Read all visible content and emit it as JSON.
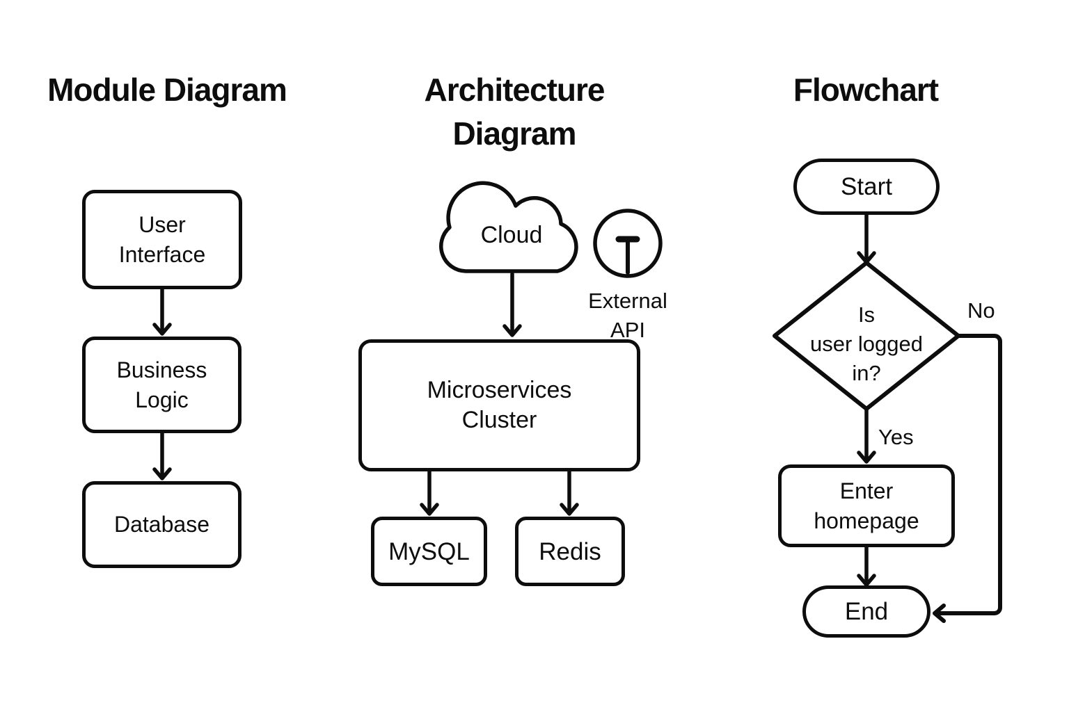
{
  "colors": {
    "stroke": "#0d0d0d",
    "background": "#ffffff",
    "text": "#0d0d0d"
  },
  "diagrams": {
    "module": {
      "title": "Module Diagram",
      "nodes": {
        "user_interface": {
          "line1": "User",
          "line2": "Interface"
        },
        "business_logic": {
          "line1": "Business",
          "line2": "Logic"
        },
        "database": {
          "label": "Database"
        }
      }
    },
    "architecture": {
      "title_line1": "Architecture",
      "title_line2": "Diagram",
      "nodes": {
        "cloud": {
          "icon": "cloud-icon",
          "label": "Cloud"
        },
        "external_api": {
          "icon": "external-api-icon",
          "line1": "External",
          "line2": "API"
        },
        "microservices_cluster": {
          "line1": "Microservices",
          "line2": "Cluster"
        },
        "mysql": {
          "label": "MySQL"
        },
        "redis": {
          "label": "Redis"
        }
      }
    },
    "flowchart": {
      "title": "Flowchart",
      "nodes": {
        "start": {
          "label": "Start"
        },
        "decision": {
          "line1": "Is",
          "line2": "user logged",
          "line3": "in?"
        },
        "enter_homepage": {
          "line1": "Enter",
          "line2": "homepage"
        },
        "end": {
          "label": "End"
        }
      },
      "edges": {
        "yes_label": "Yes",
        "no_label": "No"
      }
    }
  }
}
